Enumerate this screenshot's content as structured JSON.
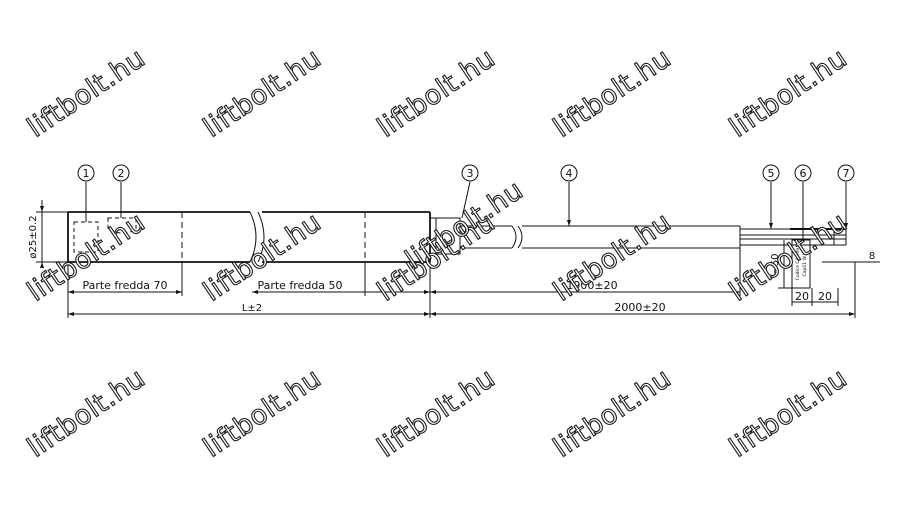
{
  "callouts": [
    "1",
    "2",
    "3",
    "4",
    "5",
    "6",
    "7"
  ],
  "labels": {
    "diameter": "ø25±0.2",
    "cold_zone_1": "Parte fredda 70",
    "cold_zone_2": "Parte fredda 50",
    "total_length": "L±2",
    "lead_1900": "1900±20",
    "lead_2000": "2000±20",
    "dim_50": "~50",
    "dim_20a": "20",
    "dim_20b": "20",
    "dim_8": "8",
    "tag_line_1": "Codice Cliente",
    "tag_line_2": "Cap01 W V"
  },
  "watermark": {
    "text": "liftbolt.hu",
    "count": 16
  },
  "colors": {
    "line": "#111111",
    "background": "#ffffff"
  }
}
